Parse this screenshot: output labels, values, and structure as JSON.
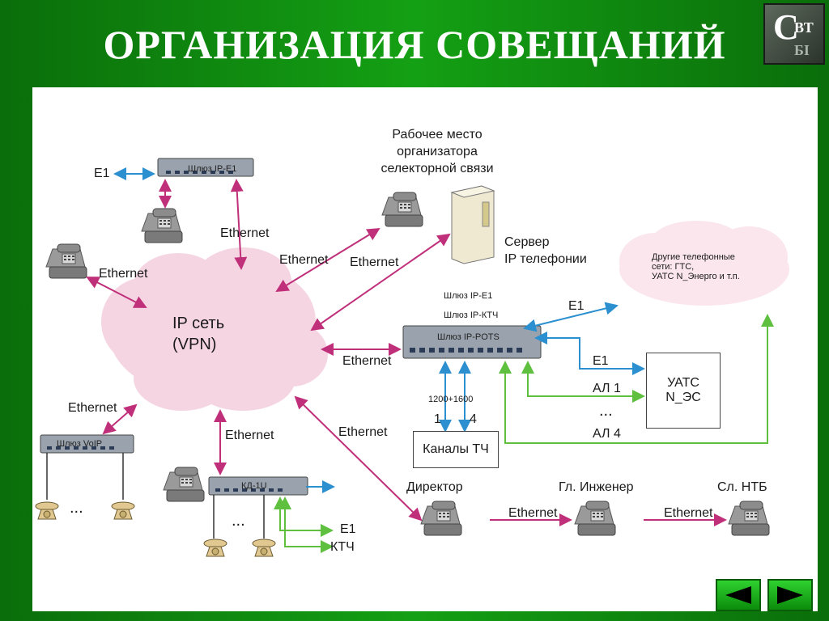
{
  "slide": {
    "title": "ОРГАНИЗАЦИЯ СОВЕЩАНИЙ"
  },
  "logo": {
    "letter_c": "С",
    "letters_top": "ВТ",
    "letters_bottom": "БІ"
  },
  "diagram": {
    "ip_network": [
      "IP сеть",
      "(VPN)"
    ],
    "workstation": [
      "Рабочее место",
      "организатора",
      "селекторной связи"
    ],
    "server": [
      "Сервер",
      "IP телефонии"
    ],
    "other_networks": [
      "Другие телефонные",
      "сети: ГТС,",
      "УАТС N_Энерго и т.п."
    ],
    "gw_e1_top": "Шлюз IP-E1",
    "e1_top": "E1",
    "eth_gw_e1": "Ethernet",
    "eth_left_phone": "Ethernet",
    "eth_workstation": "Ethernet",
    "eth_server": "Ethernet",
    "gw_labels": [
      "Шлюз IP-E1",
      "Шлюз IP-КТЧ"
    ],
    "gw_pots": "Шлюз IP-POTS",
    "e1_right": "E1",
    "eth_gateway": "Ethernet",
    "uats": [
      "УАТС",
      "N_ЭС"
    ],
    "e1_uats": "E1",
    "al1": "АЛ 1",
    "dots_uats": "...",
    "al4": "АЛ 4",
    "freq": "1200+1600",
    "ch1": "1",
    "ch4": "4",
    "channels": "Каналы ТЧ",
    "eth_voip": "Ethernet",
    "gw_voip": "Шлюз VoIP",
    "dots_voip": "...",
    "eth_kd": "Ethernet",
    "kd": "КД-1U",
    "dots_kd": "...",
    "e1_kd": "E1",
    "ktch": "КТЧ",
    "eth_director": "Ethernet",
    "director": "Директор",
    "chief_engineer": "Гл. Инженер",
    "ntb": "Сл. НТБ",
    "eth_dir_eng": "Ethernet",
    "eth_eng_ntb": "Ethernet"
  },
  "colors": {
    "ethernet": "#c0307a",
    "e1": "#2b8fd0",
    "analog": "#5fbf3f",
    "cloud": "#f6d5e3"
  }
}
